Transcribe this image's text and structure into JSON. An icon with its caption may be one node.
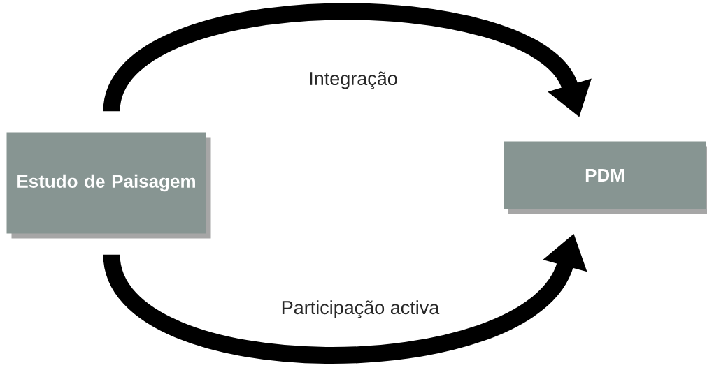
{
  "diagram": {
    "nodes": [
      {
        "text": [
          "Estudo de Paisagem"
        ]
      },
      {
        "text": [
          "PDM"
        ]
      }
    ],
    "edges": [
      {
        "from": 0,
        "to": 1,
        "arrow": "to",
        "label": "Integração"
      },
      {
        "from": 0,
        "to": 1,
        "arrow": "to",
        "label": "Participação activa"
      }
    ]
  }
}
